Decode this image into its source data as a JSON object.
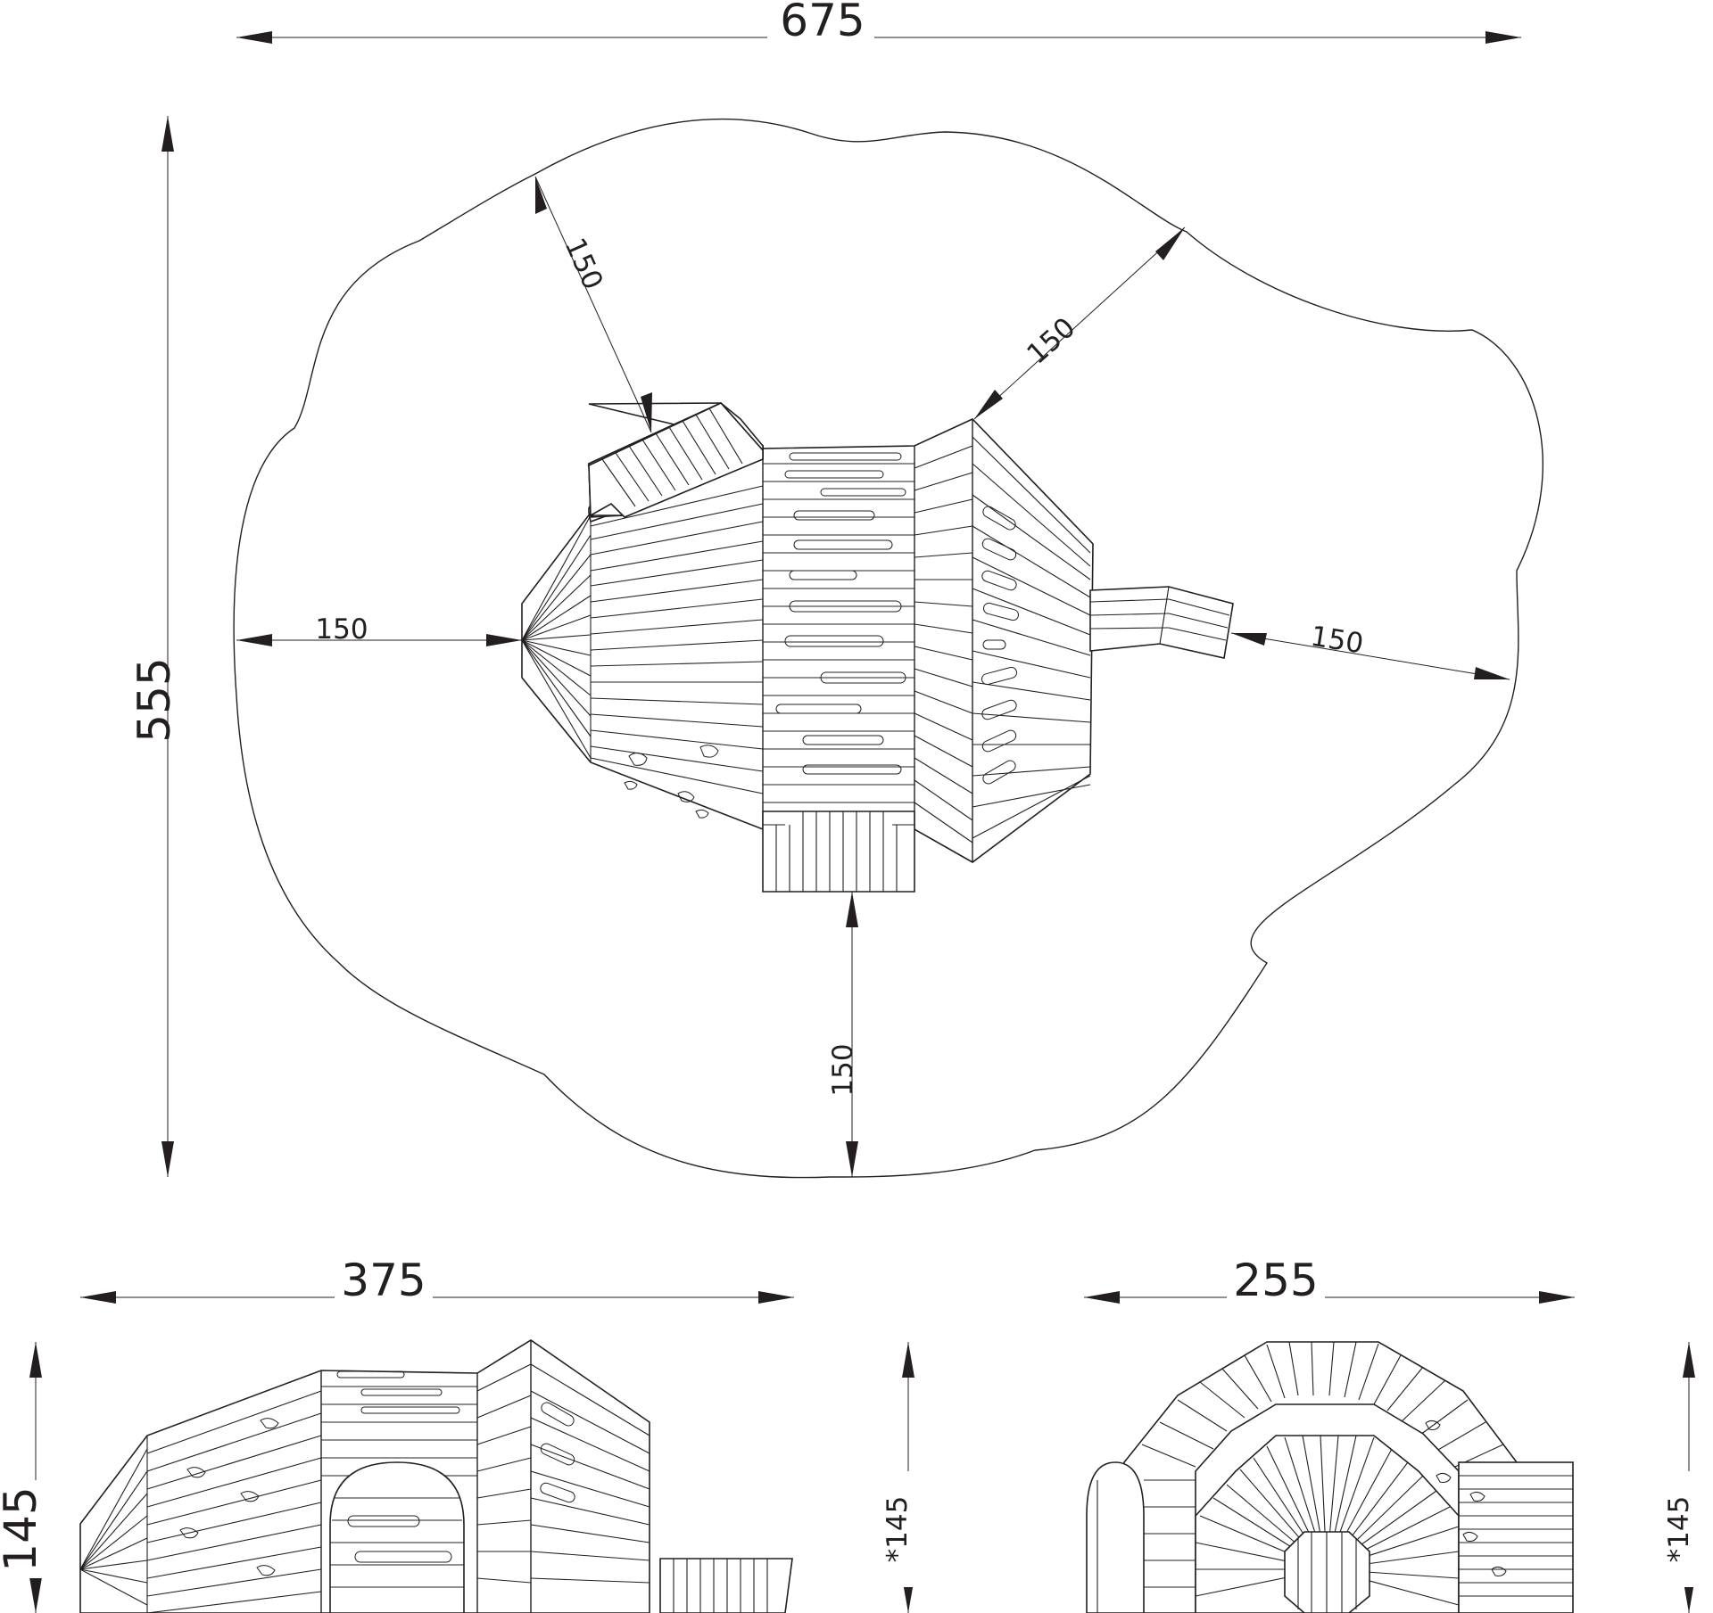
{
  "plan": {
    "overall_width": "675",
    "overall_depth": "555",
    "clearance_nw": "150",
    "clearance_ne": "150",
    "clearance_w": "150",
    "clearance_e": "150",
    "clearance_s": "150"
  },
  "side_view": {
    "width": "375",
    "height": "145"
  },
  "front_view": {
    "width": "255",
    "height_left": "*145",
    "height_right": "*145"
  },
  "colors": {
    "line": "#231f20",
    "background": "#ffffff"
  }
}
